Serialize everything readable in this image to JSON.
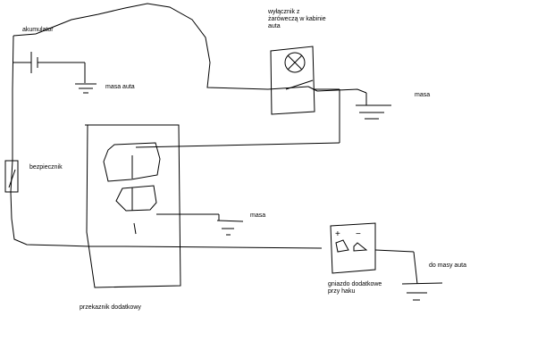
{
  "labels": {
    "battery": "akumulator",
    "ground_battery": "masa auta",
    "switch_line1": "wyłącznik z",
    "switch_line2": "żaróweczą w kabinie",
    "switch_line3": "auta",
    "ground_switch": "masa",
    "fuse": "bezpiecznik",
    "ground_relay": "masa",
    "socket_line1": "gniazdo dodatkowe",
    "socket_line2": "przy haku",
    "ground_socket": "do masy auta",
    "relay": "przekaznik dodatkowy"
  },
  "symbols": {
    "plus": "+",
    "minus": "−"
  }
}
